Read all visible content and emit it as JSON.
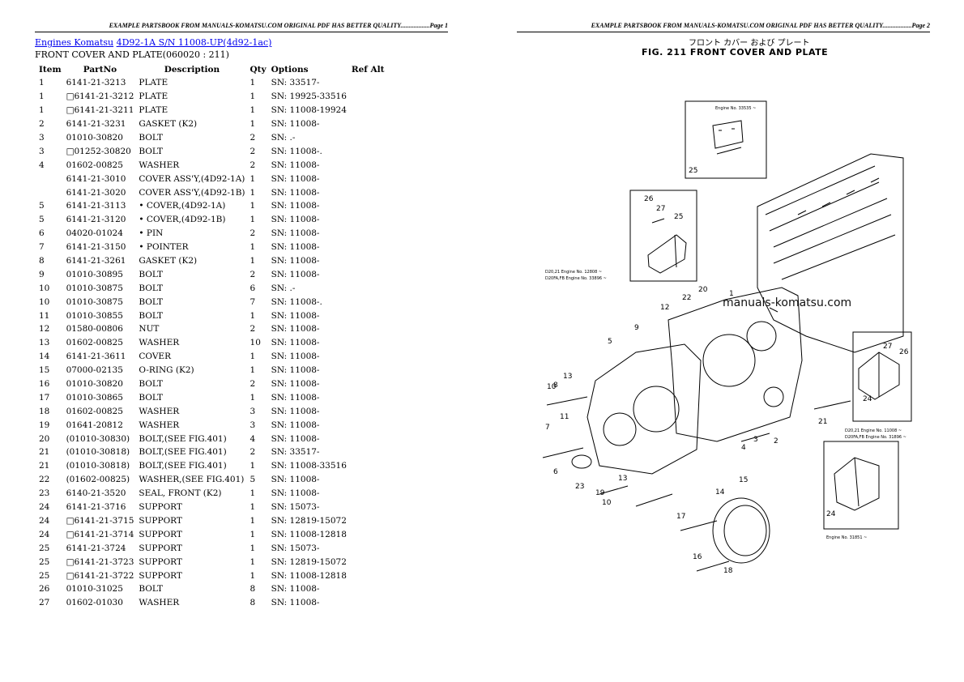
{
  "left_page": {
    "header": "EXAMPLE PARTSBOOK FROM MANUALS-KOMATSU.COM ORIGINAL PDF HAS BETTER QUALITY..................Page 1",
    "breadcrumb": {
      "link1": "Engines Komatsu",
      "link2": "4D92-1A S/N 11008-UP(4d92-1ac)"
    },
    "subtitle": "FRONT COVER AND PLATE(060020 : 211)",
    "columns": [
      "Item",
      "PartNo",
      "Description",
      "Qty",
      "Options",
      "Ref Alt"
    ],
    "rows": [
      {
        "item": "1",
        "part": "6141-21-3213",
        "desc": "PLATE",
        "qty": "1",
        "opt": "SN: 33517-"
      },
      {
        "item": "1",
        "part": "□6141-21-3212",
        "desc": "PLATE",
        "qty": "1",
        "opt": "SN: 19925-33516"
      },
      {
        "item": "1",
        "part": "□6141-21-3211",
        "desc": "PLATE",
        "qty": "1",
        "opt": "SN: 11008-19924"
      },
      {
        "item": "2",
        "part": "6141-21-3231",
        "desc": "GASKET (K2)",
        "qty": "1",
        "opt": "SN: 11008-"
      },
      {
        "item": "3",
        "part": "01010-30820",
        "desc": "BOLT",
        "qty": "2",
        "opt": "SN: .-"
      },
      {
        "item": "3",
        "part": "□01252-30820",
        "desc": "BOLT",
        "qty": "2",
        "opt": "SN: 11008-."
      },
      {
        "item": "4",
        "part": "01602-00825",
        "desc": "WASHER",
        "qty": "2",
        "opt": "SN: 11008-"
      },
      {
        "item": "",
        "part": "6141-21-3010",
        "desc": "COVER ASS'Y,(4D92-1A)",
        "qty": "1",
        "opt": "SN: 11008-"
      },
      {
        "item": "",
        "part": "6141-21-3020",
        "desc": "COVER ASS'Y,(4D92-1B)",
        "qty": "1",
        "opt": "SN: 11008-"
      },
      {
        "item": "5",
        "part": "6141-21-3113",
        "desc": "• COVER,(4D92-1A)",
        "qty": "1",
        "opt": "SN: 11008-"
      },
      {
        "item": "5",
        "part": "6141-21-3120",
        "desc": "• COVER,(4D92-1B)",
        "qty": "1",
        "opt": "SN: 11008-"
      },
      {
        "item": "6",
        "part": "04020-01024",
        "desc": "• PIN",
        "qty": "2",
        "opt": "SN: 11008-"
      },
      {
        "item": "7",
        "part": "6141-21-3150",
        "desc": "• POINTER",
        "qty": "1",
        "opt": "SN: 11008-"
      },
      {
        "item": "8",
        "part": "6141-21-3261",
        "desc": "GASKET (K2)",
        "qty": "1",
        "opt": "SN: 11008-"
      },
      {
        "item": "9",
        "part": "01010-30895",
        "desc": "BOLT",
        "qty": "2",
        "opt": "SN: 11008-"
      },
      {
        "item": "10",
        "part": "01010-30875",
        "desc": "BOLT",
        "qty": "6",
        "opt": "SN: .-"
      },
      {
        "item": "10",
        "part": "01010-30875",
        "desc": "BOLT",
        "qty": "7",
        "opt": "SN: 11008-."
      },
      {
        "item": "11",
        "part": "01010-30855",
        "desc": "BOLT",
        "qty": "1",
        "opt": "SN: 11008-"
      },
      {
        "item": "12",
        "part": "01580-00806",
        "desc": "NUT",
        "qty": "2",
        "opt": "SN: 11008-"
      },
      {
        "item": "13",
        "part": "01602-00825",
        "desc": "WASHER",
        "qty": "10",
        "opt": "SN: 11008-"
      },
      {
        "item": "14",
        "part": "6141-21-3611",
        "desc": "COVER",
        "qty": "1",
        "opt": "SN: 11008-"
      },
      {
        "item": "15",
        "part": "07000-02135",
        "desc": "O-RING (K2)",
        "qty": "1",
        "opt": "SN: 11008-"
      },
      {
        "item": "16",
        "part": "01010-30820",
        "desc": "BOLT",
        "qty": "2",
        "opt": "SN: 11008-"
      },
      {
        "item": "17",
        "part": "01010-30865",
        "desc": "BOLT",
        "qty": "1",
        "opt": "SN: 11008-"
      },
      {
        "item": "18",
        "part": "01602-00825",
        "desc": "WASHER",
        "qty": "3",
        "opt": "SN: 11008-"
      },
      {
        "item": "19",
        "part": "01641-20812",
        "desc": "WASHER",
        "qty": "3",
        "opt": "SN: 11008-"
      },
      {
        "item": "20",
        "part": "(01010-30830)",
        "desc": "BOLT,(SEE FIG.401)",
        "qty": "4",
        "opt": "SN: 11008-"
      },
      {
        "item": "21",
        "part": "(01010-30818)",
        "desc": "BOLT,(SEE FIG.401)",
        "qty": "2",
        "opt": "SN: 33517-"
      },
      {
        "item": "21",
        "part": "(01010-30818)",
        "desc": "BOLT,(SEE FIG.401)",
        "qty": "1",
        "opt": "SN: 11008-33516"
      },
      {
        "item": "22",
        "part": "(01602-00825)",
        "desc": "WASHER,(SEE FIG.401)",
        "qty": "5",
        "opt": "SN: 11008-"
      },
      {
        "item": "23",
        "part": "6140-21-3520",
        "desc": "SEAL, FRONT (K2)",
        "qty": "1",
        "opt": "SN: 11008-"
      },
      {
        "item": "24",
        "part": "6141-21-3716",
        "desc": "SUPPORT",
        "qty": "1",
        "opt": "SN: 15073-"
      },
      {
        "item": "24",
        "part": "□6141-21-3715",
        "desc": "SUPPORT",
        "qty": "1",
        "opt": "SN: 12819-15072"
      },
      {
        "item": "24",
        "part": "□6141-21-3714",
        "desc": "SUPPORT",
        "qty": "1",
        "opt": "SN: 11008-12818"
      },
      {
        "item": "25",
        "part": "6141-21-3724",
        "desc": "SUPPORT",
        "qty": "1",
        "opt": "SN: 15073-"
      },
      {
        "item": "25",
        "part": "□6141-21-3723",
        "desc": "SUPPORT",
        "qty": "1",
        "opt": "SN: 12819-15072"
      },
      {
        "item": "25",
        "part": "□6141-21-3722",
        "desc": "SUPPORT",
        "qty": "1",
        "opt": "SN: 11008-12818"
      },
      {
        "item": "26",
        "part": "01010-31025",
        "desc": "BOLT",
        "qty": "8",
        "opt": "SN: 11008-"
      },
      {
        "item": "27",
        "part": "01602-01030",
        "desc": "WASHER",
        "qty": "8",
        "opt": "SN: 11008-"
      }
    ]
  },
  "right_page": {
    "header": "EXAMPLE PARTSBOOK FROM MANUALS-KOMATSU.COM ORIGINAL PDF HAS BETTER QUALITY..................Page 2",
    "jp_title": "フロント カバー および プレート",
    "fig_title": "FIG. 211  FRONT COVER AND PLATE",
    "watermark": "manuals-komatsu.com",
    "box_labels": {
      "top_box": "Engine No. 33535 ~",
      "left_box_1": "D20,21   Engine No. 12808 ~",
      "left_box_2": "D20FA,FB  Engine No. 33896 ~",
      "right_box_1": "D20,21   Engine No. 11008 ~",
      "right_box_2": "D20FA,FB  Engine No. 31896 ~",
      "bottom_box": "Engine No. 31851 ~"
    },
    "callouts": [
      "25",
      "26",
      "27",
      "25",
      "22",
      "20",
      "12",
      "9",
      "5",
      "8",
      "10",
      "13",
      "11",
      "7",
      "6",
      "23",
      "19",
      "13",
      "10",
      "14",
      "15",
      "17",
      "16",
      "18",
      "3",
      "4",
      "2",
      "21",
      "24",
      "27",
      "26",
      "24",
      "1"
    ]
  }
}
